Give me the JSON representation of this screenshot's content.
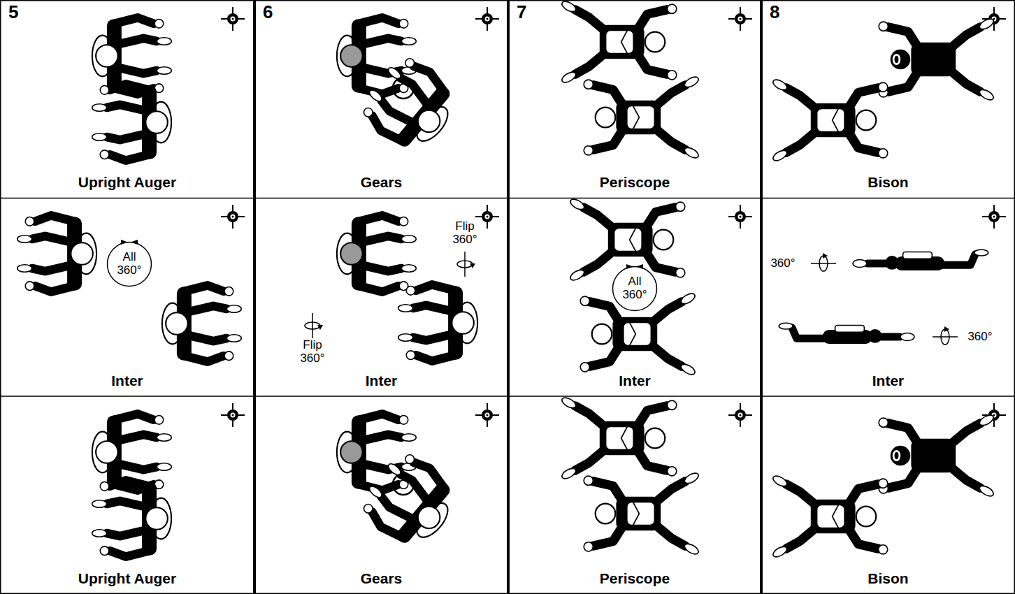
{
  "diagram": {
    "nodes": [
      {
        "text": [
          "5",
          "Upright Auger"
        ]
      },
      {
        "text": [
          "6",
          "Gears"
        ]
      },
      {
        "text": [
          "7",
          "Periscope"
        ]
      },
      {
        "text": [
          "8",
          "Bison"
        ]
      },
      {
        "text": [
          "Inter"
        ]
      },
      {
        "text": [
          "All 360°"
        ],
        "in": 4
      },
      {
        "text": [
          "Inter"
        ]
      },
      {
        "text": [
          "Inter"
        ]
      },
      {
        "text": [
          "All 360°"
        ],
        "in": 7
      },
      {
        "text": [
          "Inter"
        ]
      },
      {
        "text": [
          "Upright Auger"
        ]
      },
      {
        "text": [
          "Gears"
        ]
      },
      {
        "text": [
          "Periscope"
        ]
      },
      {
        "text": [
          "Bison"
        ]
      }
    ],
    "labels": [
      "Flip 360°",
      "Flip 360°",
      "360°",
      "360°"
    ]
  }
}
